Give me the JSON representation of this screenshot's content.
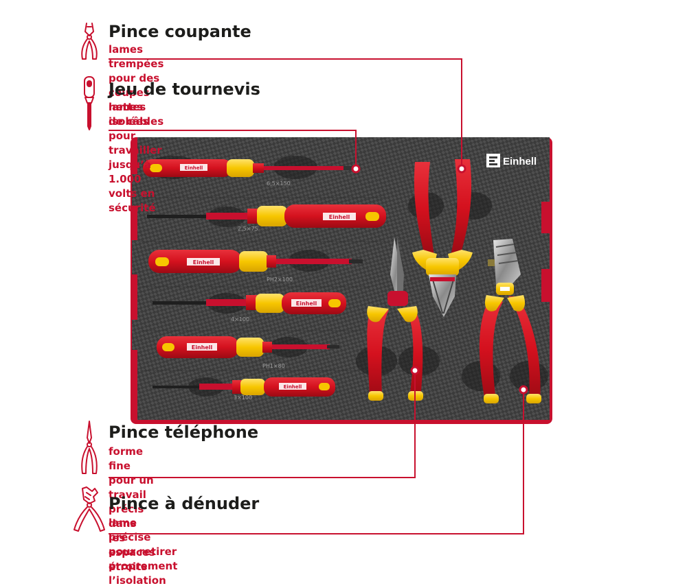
{
  "brand": {
    "logo_text": "Einhell",
    "accent_color": "#c8102e",
    "insulation_yellow": "#f7c600"
  },
  "features": [
    {
      "icon": "cutting-pliers-icon",
      "title": "Pince coupante",
      "description": "lames trempées pour des coupes nettes de câbles"
    },
    {
      "icon": "screwdriver-icon",
      "title": "Jeu de tournevis",
      "description_lines": [
        "lames isolées pour travailler jusqu’à 1.000",
        "volts en sécurité"
      ]
    },
    {
      "icon": "telephone-pliers-icon",
      "title": "Pince téléphone",
      "description_lines": [
        "forme fine pour un travail précis dans les espaces",
        "étroits"
      ]
    },
    {
      "icon": "wire-stripper-icon",
      "title": "Pince à dénuder",
      "description": "lame précise pour retirer proprement l’isolation"
    }
  ],
  "screwdrivers": [
    {
      "size": "6,5×150",
      "handle_logo": "Einhell"
    },
    {
      "size": "2,5×75",
      "handle_logo": "Einhell"
    },
    {
      "size": "PH2×100",
      "handle_logo": "Einhell"
    },
    {
      "size": "4×100",
      "handle_logo": "Einhell"
    },
    {
      "size": "PH1×80",
      "handle_logo": "Einhell"
    },
    {
      "size": "3×100",
      "handle_logo": "Einhell"
    }
  ]
}
